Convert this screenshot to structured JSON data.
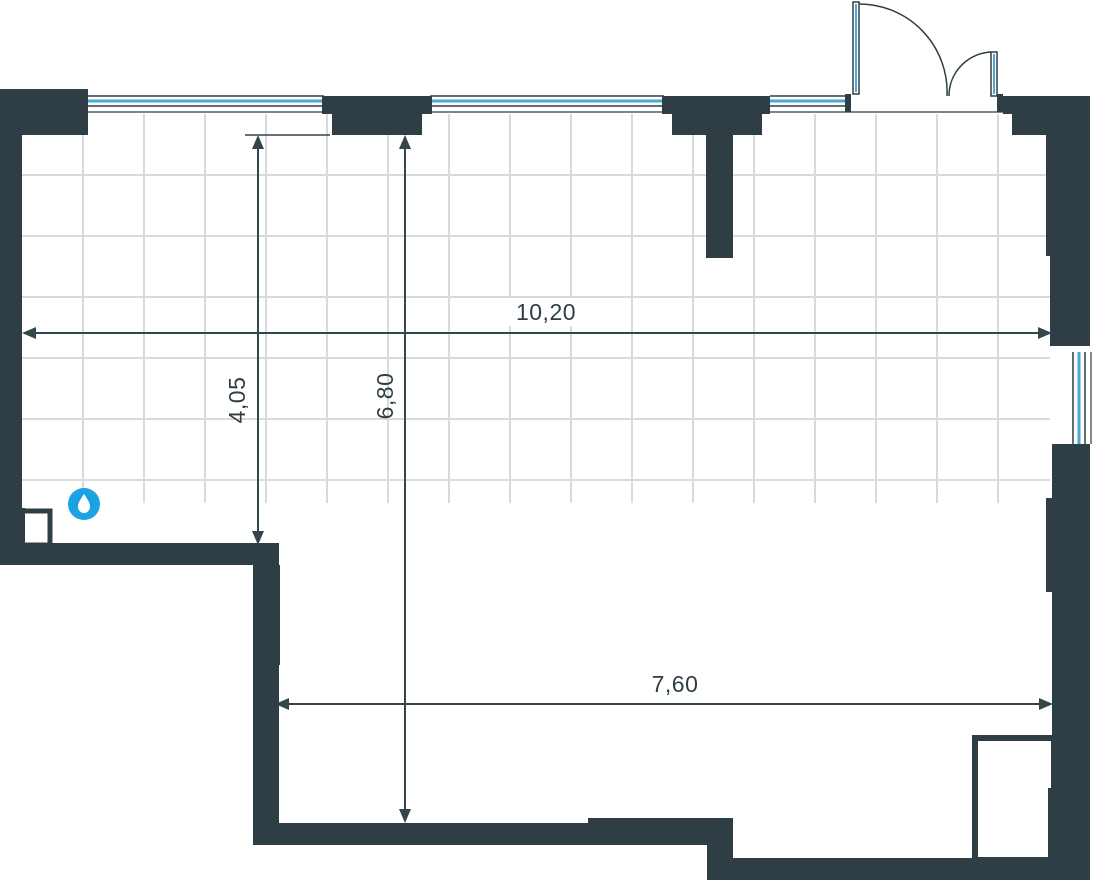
{
  "plan": {
    "dimensions": {
      "width_total": "10,20",
      "width_lower": "7,60",
      "height_left": "4,05",
      "height_total": "6,80"
    },
    "icons": {
      "water_point": "water-drop-icon"
    },
    "colors": {
      "wall": "#2f3e44",
      "grid": "#d8dadc",
      "window": "#48a9d4",
      "dimension_line": "#33464c",
      "water_badge": "#1aa3e0",
      "background": "#ffffff"
    }
  }
}
